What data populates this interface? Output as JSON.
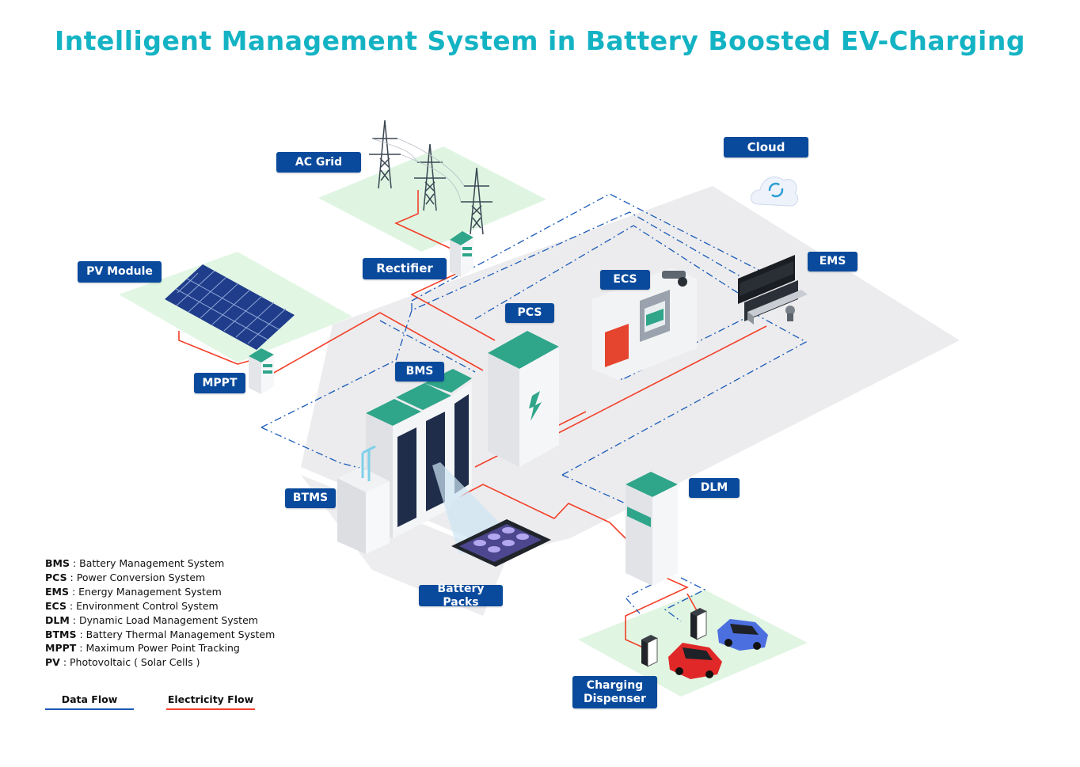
{
  "title": "Intelligent Management System in Battery Boosted EV-Charging",
  "labels": {
    "ac_grid": "AC Grid",
    "cloud": "Cloud",
    "rectifier": "Rectifier",
    "pv_module": "PV Module",
    "ems": "EMS",
    "ecs": "ECS",
    "pcs": "PCS",
    "mppt": "MPPT",
    "bms": "BMS",
    "btms": "BTMS",
    "dlm": "DLM",
    "battery_packs": "Battery Packs",
    "charging_dispenser": "Charging Dispenser"
  },
  "glossary": [
    {
      "abbr": "BMS",
      "sep": " : ",
      "text": "Battery Management System"
    },
    {
      "abbr": "PCS",
      "sep": " : ",
      "text": "Power Conversion System"
    },
    {
      "abbr": "EMS",
      "sep": " : ",
      "text": "Energy Management System"
    },
    {
      "abbr": "ECS",
      "sep": " : ",
      "text": "Environment Control System"
    },
    {
      "abbr": "DLM",
      "sep": " : ",
      "text": "Dynamic Load Management System"
    },
    {
      "abbr": "BTMS",
      "sep": " : ",
      "text": "Battery Thermal Management System"
    },
    {
      "abbr": "MPPT",
      "sep": " : ",
      "text": "Maximum Power Point Tracking"
    },
    {
      "abbr": "PV",
      "sep": " : ",
      "text": "Photovoltaic ( Solar Cells )"
    }
  ],
  "legend": {
    "data_flow": "Data Flow",
    "electricity_flow": "Electricity Flow"
  },
  "colors": {
    "title": "#14b3c4",
    "tag_bg": "#0a4a9c",
    "data_flow": "#1a5ab8",
    "electricity_flow": "#f2402a",
    "cabinet_top": "#2fa58a",
    "green_zone": "#dff5e2",
    "floor": "#ececee"
  }
}
